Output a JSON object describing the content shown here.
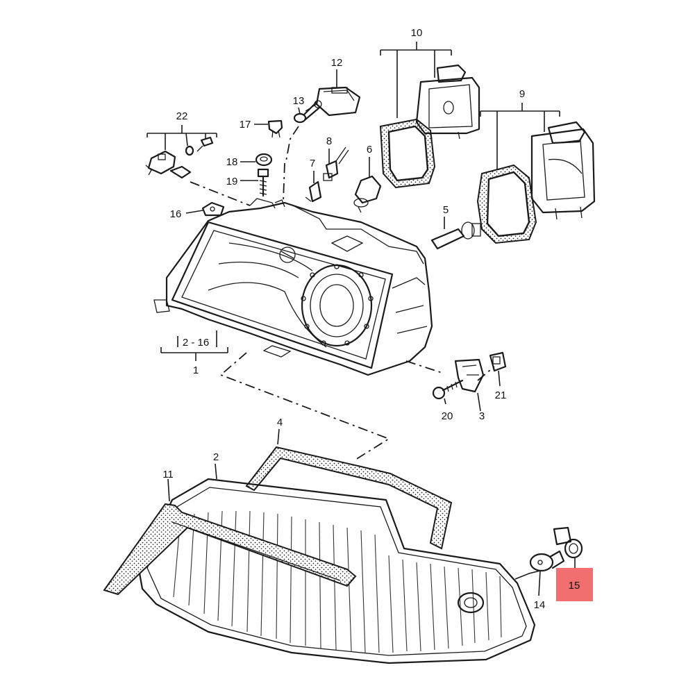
{
  "callouts": {
    "c1": "1",
    "c2_16": "2 - 16",
    "c2": "2",
    "c3": "3",
    "c4": "4",
    "c5": "5",
    "c6": "6",
    "c7": "7",
    "c8": "8",
    "c9": "9",
    "c10": "10",
    "c11": "11",
    "c12": "12",
    "c13": "13",
    "c14": "14",
    "c15": "15",
    "c16": "16",
    "c17": "17",
    "c18": "18",
    "c19": "19",
    "c20": "20",
    "c21": "21",
    "c22": "22"
  },
  "highlight": {
    "part": "15",
    "color": "#f26f6f"
  },
  "colors": {
    "line": "#1a1a1a",
    "background": "#ffffff"
  }
}
